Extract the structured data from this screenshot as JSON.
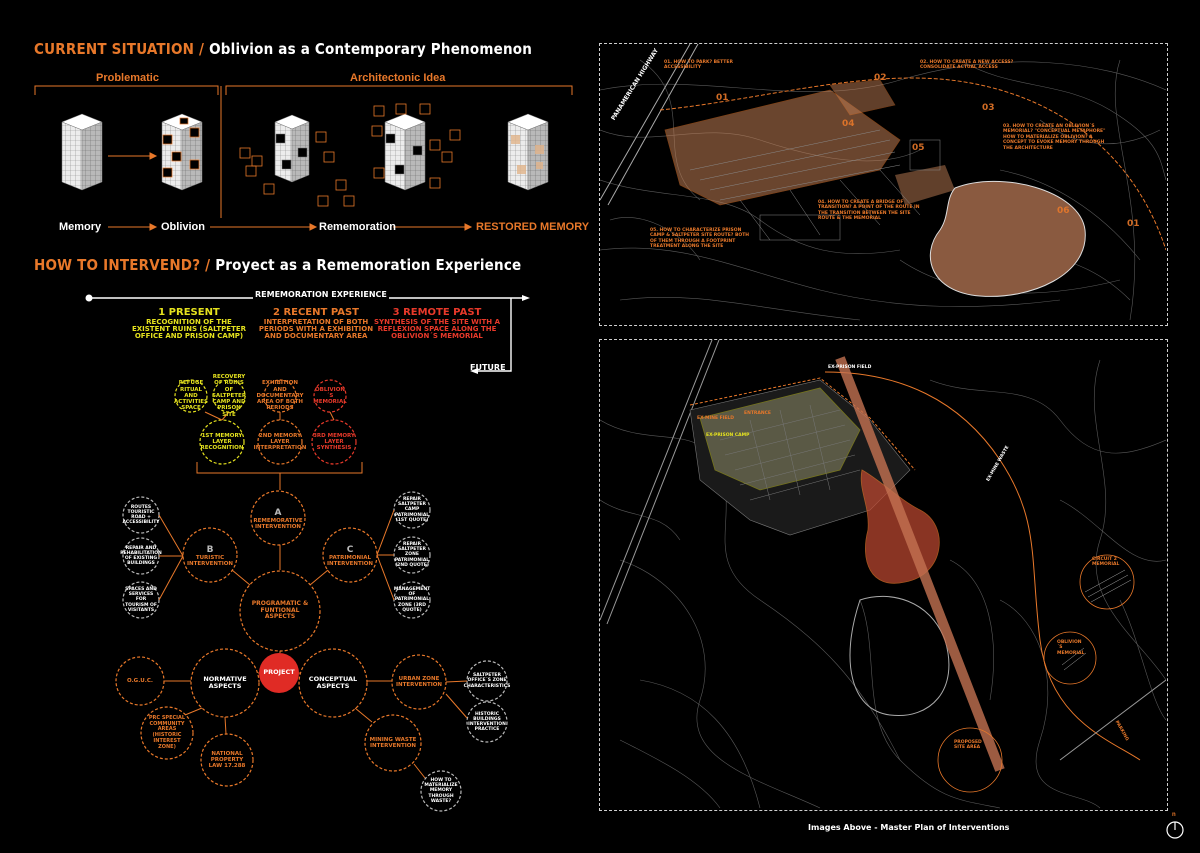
{
  "sec1": {
    "title_a": "CURRENT SITUATION /",
    "title_b": "Oblivion as a Contemporary Phenomenon",
    "problematic": "Problematic",
    "idea": "Architectonic Idea",
    "memory": "Memory",
    "oblivion": "Oblivion",
    "rememoration": "Rememoration",
    "restored": "RESTORED MEMORY"
  },
  "sec2": {
    "title_a": "HOW TO INTERVEND? /",
    "title_b": "Proyect as a Rememoration Experience",
    "axis": "REMEMORATION EXPERIENCE",
    "future": "FUTURE",
    "s1_num": "1 PRESENT",
    "s1_text": "RECOGNITION OF THE EXISTENT RUINS (SALTPETER OFFICE AND PRISON CAMP)",
    "s2_num": "2 RECENT PAST",
    "s2_text": "INTERPRETATION OF BOTH PERIODS WITH A EXHIBITION AND DOCUMENTARY AREA",
    "s3_num": "3 REMOTE PAST",
    "s3_text": "SYNTHESIS OF THE SITE WITH A REFLEXION SPACE ALONG THE OBLIVION´S MEMORIAL"
  },
  "diagram": {
    "project": "PROJECT",
    "normative": "NORMATIVE ASPECTS",
    "conceptual": "CONCEPTUAL ASPECTS",
    "programatic": "PROGRAMATIC & FUNTIONAL ASPECTS",
    "a_letter": "A",
    "a_label": "REMEMORATIVE INTERVENTION",
    "b_letter": "B",
    "b_label": "TURISTIC INTERVENTION",
    "c_letter": "C",
    "c_label": "PATRIMONIAL INTERVENTION",
    "layer1": "1ST MEMORY LAYER RECOGNITION",
    "layer2": "2ND MEMORY LAYER INTERPRETATION",
    "layer3": "3RD MEMORY LAYER SYNTHESIS",
    "top1": "REFUGE RITUAL AND ACTIVITIES SPACE",
    "top2": "RECOVERY OF RUINS OF SALTPETER CAMP AND PRISON SITE",
    "top3": "EXHIBITION AND DOCUMENTARY AREA OF BOTH PERIODS",
    "top4": "OBLIVION´S MEMORIAL",
    "b1": "ROUTES TOURISTIC ROAD + ACCESSIBILITY",
    "b2": "REPAIR AND REHABILITATION OF EXISTING BUILDINGS",
    "b3": "SPACES AND SERVICES FOR TOURISM OF VISITANTS",
    "c1": "REPAIR SALTPETER CAMP PATRIMONIAL (1ST QUOTE)",
    "c2": "REPAIR SALTPETER ZONE PATRIMONIAL (2ND QUOTE)",
    "c3": "MANAGEMENT OF PATRIMONIAL ZONE (3RD QUOTE)",
    "oguc": "O.G.U.C.",
    "prc": "PRC SPECIAL COMMUNITY AREAS (HISTORIC INTEREST ZONE)",
    "law": "NATIONAL PROPERTY LAW 17.288",
    "urban": "URBAN ZONE INTERVENTION",
    "mining": "MINING WASTE INTERVENTION",
    "u1": "SALTPETER OFFICE´S ZONE CHARACTERISTICS",
    "u2": "HISTORIC BUILDINGS INTERVENTION PRACTICE",
    "m1": "HOW TO MATERIALIZE MEMORY THROUGH WASTE?"
  },
  "map1": {
    "road": "PANAMERICAN HIGHWAY",
    "n1": "01. HOW TO PARK? BETTER ACCESSIBILITY",
    "n2": "02. HOW TO CREATE A NEW ACCESS? CONSOLIDATE ACTUAL ACCESS",
    "n3": "03. HOW TO CREATE AN OBLIVION´S MEMORIAL? \"CONCEPTUAL METAPHORE\" HOW TO MATERIALIZE OBLIVION? A CONCEPT TO EVOKE MEMORY THROUGH THE ARCHITECTURE",
    "n4": "04. HOW TO CREATE A BRIDGE OF TRANSITION? A POINT OF THE ROUTE IN THE TRANSITION BETWEEN THE SITE ROUTE & THE MEMORIAL",
    "n5": "05. HOW TO CHARACTERIZE PRISON CAMP & SALTPETER SITE ROUTE? BOTH OF THEM THROUGH A FOOTPRINT TREATMENT ALONG THE SITE",
    "nums": [
      "01",
      "02",
      "03",
      "04",
      "05",
      "06",
      "01"
    ]
  },
  "map2": {
    "l1": "EX-PRISON FIELD",
    "l2": "EX-MINE FIELD",
    "l3": "EX-PRISON CAMP",
    "l4": "ENTRANCE",
    "l5": "EX-MINE WASTE",
    "l6": "CIRCUIT 2 MEMORIAL",
    "l7": "OBLIVION´S MEMORIAL",
    "l8": "PROPOSED SITE AREA",
    "l9": "PARKING"
  },
  "caption": "Images Above - Master Plan of Interventions",
  "page_num": "n",
  "colors": {
    "orange": "#e8782a",
    "yellow": "#e5e21e",
    "red": "#e8392a",
    "project": "#e02b25"
  }
}
